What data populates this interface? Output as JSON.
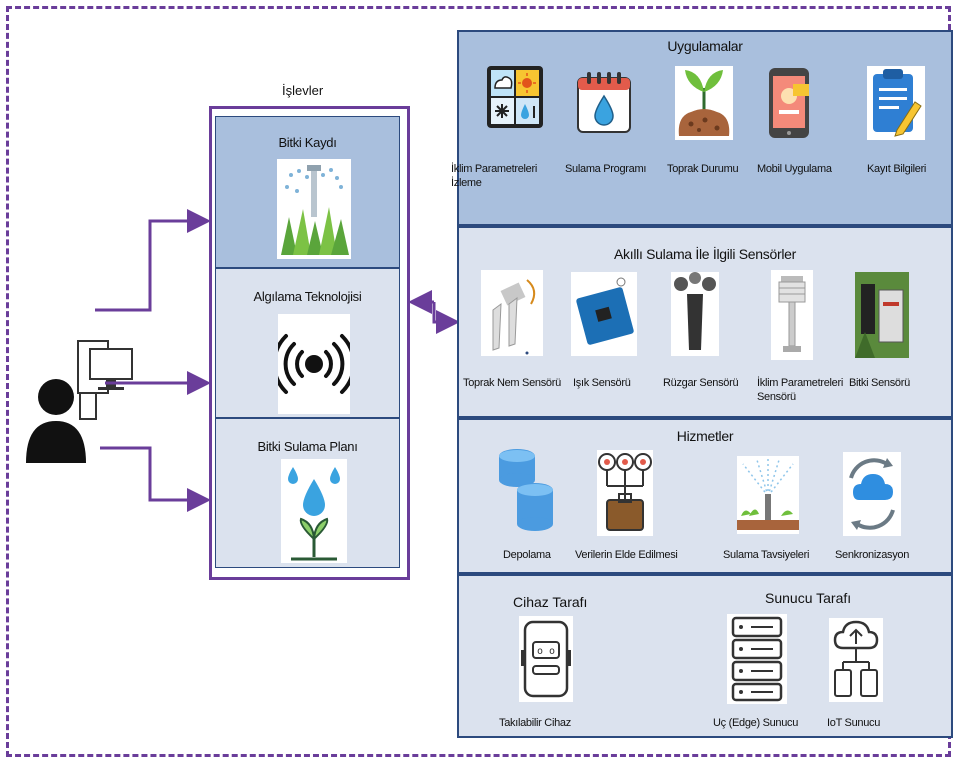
{
  "functions": {
    "heading": "İşlevler",
    "items": [
      {
        "title": "Bitki Kaydı",
        "icon": "sprinkler-grass-icon"
      },
      {
        "title": "Algılama Teknolojisi",
        "icon": "signal-sensing-icon"
      },
      {
        "title": "Bitki Sulama Planı",
        "icon": "water-drop-sprout-icon"
      }
    ]
  },
  "applications": {
    "title": "Uygulamalar",
    "items": [
      {
        "label": "İklim Parametreleri İzleme",
        "icon": "weather-grid-icon"
      },
      {
        "label": "Sulama Programı",
        "icon": "calendar-drop-icon"
      },
      {
        "label": "Toprak Durumu",
        "icon": "soil-plant-icon"
      },
      {
        "label": "Mobil Uygulama",
        "icon": "mobile-phone-icon"
      },
      {
        "label": "Kayıt Bilgileri",
        "icon": "clipboard-pencil-icon"
      }
    ]
  },
  "sensors": {
    "title": "Akıllı Sulama İle İlgili Sensörler",
    "items": [
      {
        "label": "Toprak Nem Sensörü",
        "icon": "soil-moisture-sensor-icon"
      },
      {
        "label": "Işık Sensörü",
        "icon": "light-sensor-icon"
      },
      {
        "label": "Rüzgar Sensörü",
        "icon": "anemometer-icon"
      },
      {
        "label": "İklim Parametreleri Sensörü",
        "icon": "climate-sensor-icon"
      },
      {
        "label": "Bitki Sensörü",
        "icon": "plant-sensor-icon"
      }
    ]
  },
  "services": {
    "title": "Hizmetler",
    "items": [
      {
        "label": "Depolama",
        "icon": "database-icon"
      },
      {
        "label": "Verilerin Elde Edilmesi",
        "icon": "data-acquisition-icon"
      },
      {
        "label": "Sulama Tavsiyeleri",
        "icon": "irrigation-sprinkler-icon"
      },
      {
        "label": "Senkronizasyon",
        "icon": "cloud-sync-icon"
      }
    ]
  },
  "infrastructure": {
    "device_side": "Cihaz Tarafı",
    "server_side": "Sunucu Tarafı",
    "items": [
      {
        "label": "Takılabilir Cihaz",
        "icon": "wearable-device-icon"
      },
      {
        "label": "Uç (Edge) Sunucu",
        "icon": "server-rack-icon"
      },
      {
        "label": "IoT Sunucu",
        "icon": "iot-cloud-server-icon"
      }
    ]
  },
  "colors": {
    "purple": "#6a3d9a",
    "navy": "#2c4a7e",
    "panel_fill": "#dbe2ee",
    "top_panel_fill": "#a9bfdd"
  }
}
